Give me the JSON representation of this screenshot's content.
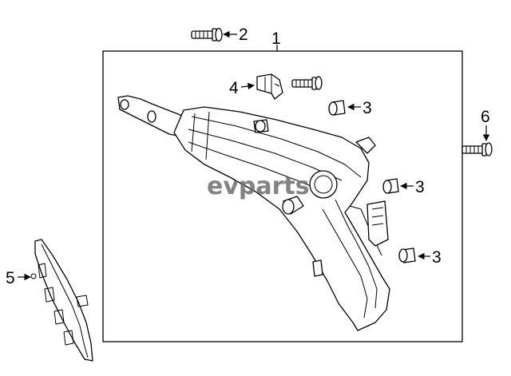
{
  "watermark": "evparts",
  "callouts": [
    {
      "id": "part-1",
      "label": "1"
    },
    {
      "id": "part-2",
      "label": "2"
    },
    {
      "id": "part-3a",
      "label": "3"
    },
    {
      "id": "part-3b",
      "label": "3"
    },
    {
      "id": "part-3c",
      "label": "3"
    },
    {
      "id": "part-4",
      "label": "4"
    },
    {
      "id": "part-5",
      "label": "5"
    },
    {
      "id": "part-6",
      "label": "6"
    }
  ]
}
